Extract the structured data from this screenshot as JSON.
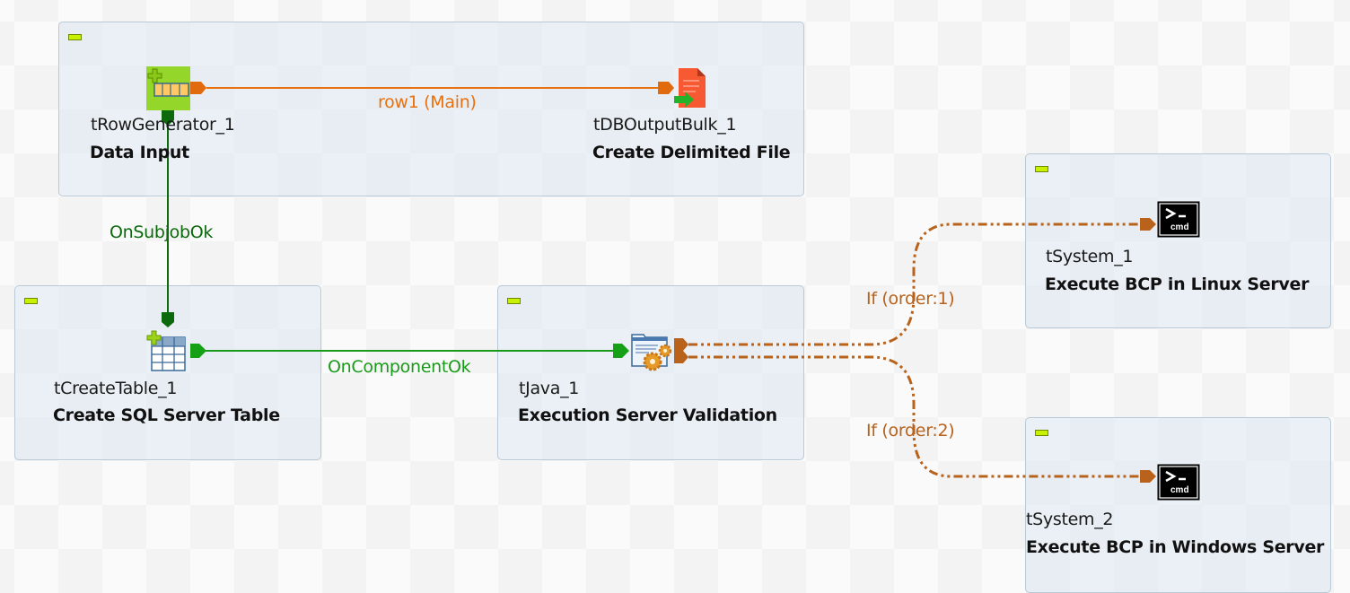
{
  "colors": {
    "main_link": "#e8700f",
    "trigger_link": "#1a9a1a",
    "subjob_link": "#0c6a0c",
    "if_link": "#b8621b",
    "collapse_button": "#c8f000"
  },
  "subjobs": [
    {
      "id": "subjob-data-input",
      "collapse_icon": "minus-icon"
    },
    {
      "id": "subjob-create-table",
      "collapse_icon": "minus-icon"
    },
    {
      "id": "subjob-java",
      "collapse_icon": "minus-icon"
    },
    {
      "id": "subjob-system1",
      "collapse_icon": "minus-icon"
    },
    {
      "id": "subjob-system2",
      "collapse_icon": "minus-icon"
    }
  ],
  "components": {
    "row_generator": {
      "name": "tRowGenerator_1",
      "label": "Data Input",
      "icon": "row-generator-icon"
    },
    "db_output_bulk": {
      "name": "tDBOutputBulk_1",
      "label": "Create Delimited File",
      "icon": "delimited-file-icon"
    },
    "create_table": {
      "name": "tCreateTable_1",
      "label": "Create SQL Server Table",
      "icon": "create-table-icon"
    },
    "java": {
      "name": "tJava_1",
      "label": "Execution Server Validation",
      "icon": "java-gears-icon"
    },
    "system1": {
      "name": "tSystem_1",
      "label": "Execute BCP in Linux Server",
      "icon": "cmd-icon"
    },
    "system2": {
      "name": "tSystem_2",
      "label": "Execute BCP in Windows Server",
      "icon": "cmd-icon"
    }
  },
  "connections": {
    "main": {
      "label": "row1 (Main)",
      "type": "main"
    },
    "subjob_ok": {
      "label": "OnSubjobOk",
      "type": "trigger"
    },
    "component_ok": {
      "label": "OnComponentOk",
      "type": "trigger"
    },
    "if1": {
      "label": "If (order:1)",
      "type": "if"
    },
    "if2": {
      "label": "If (order:2)",
      "type": "if"
    }
  },
  "icon_text": {
    "cmd": "cmd",
    "prompt": ">_"
  }
}
